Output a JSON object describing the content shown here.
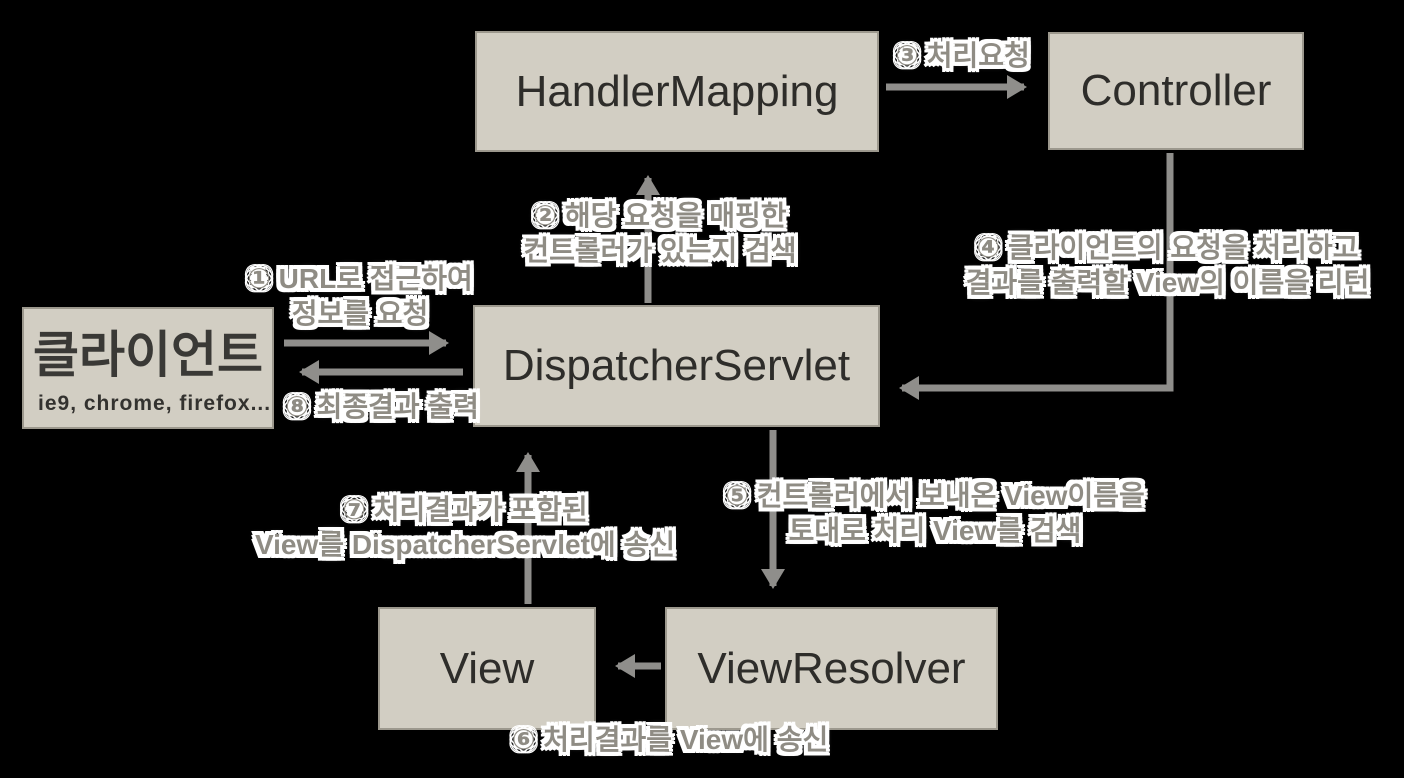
{
  "boxes": {
    "handler_mapping": {
      "label": "HandlerMapping"
    },
    "controller": {
      "label": "Controller"
    },
    "client": {
      "title": "클라이언트",
      "subtitle": "ie9, chrome, firefox..."
    },
    "dispatcher_servlet": {
      "label": "DispatcherServlet"
    },
    "view": {
      "label": "View"
    },
    "view_resolver": {
      "label": "ViewResolver"
    }
  },
  "steps": {
    "step1": {
      "line1": "① URL로 접근하여",
      "line2": "정보를 요청"
    },
    "step2": {
      "line1": "② 해당 요청을 매핑한",
      "line2": "컨트롤러가 있는지 검색"
    },
    "step3": {
      "line1": "③ 처리요청"
    },
    "step4": {
      "line1": "④ 클라이언트의 요청을 처리하고",
      "line2": "결과를 출력할 View의 이름을 리턴"
    },
    "step5": {
      "line1": "⑤ 컨트롤러에서 보내온 View이름을",
      "line2": "토대로 처리 View를 검색"
    },
    "step6": {
      "line1": "⑥ 처리결과를 View에 송신"
    },
    "step7": {
      "line1": "⑦ 처리결과가 포함된",
      "line2": "View를 DispatcherServlet에 송신"
    },
    "step8": {
      "line1": "⑧ 최종결과 출력"
    }
  },
  "colors": {
    "background": "#000000",
    "box_fill": "#d2cec3",
    "box_border": "#9c988d",
    "box_text": "#2e2d2a",
    "arrow": "#8f8e8b",
    "step_text": "#8f8c84",
    "step_halo": "#ffffff"
  }
}
